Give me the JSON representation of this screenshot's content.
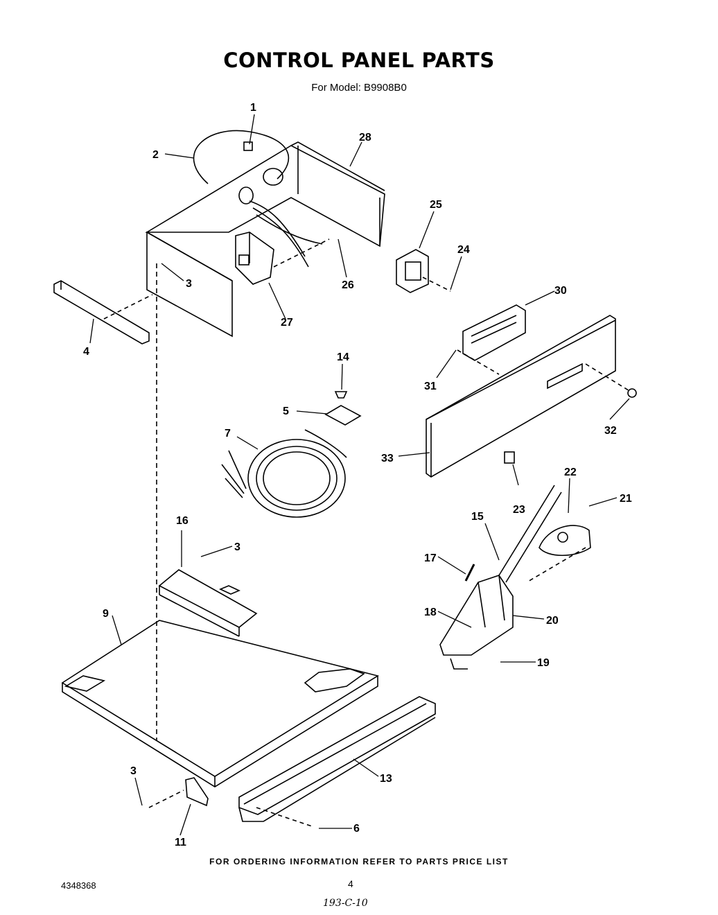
{
  "title": "CONTROL PANEL PARTS",
  "subtitle": "For Model: B9908B0",
  "callouts": [
    "1",
    "2",
    "28",
    "25",
    "3",
    "26",
    "24",
    "4",
    "27",
    "30",
    "14",
    "31",
    "32",
    "5",
    "7",
    "33",
    "22",
    "21",
    "23",
    "16",
    "15",
    "3",
    "17",
    "9",
    "18",
    "20",
    "19",
    "13",
    "3",
    "6",
    "11"
  ],
  "footer": "FOR ORDERING INFORMATION REFER TO PARTS PRICE LIST",
  "doc_number": "4348368",
  "page_number": "4",
  "handwritten_note": "193-C-10"
}
